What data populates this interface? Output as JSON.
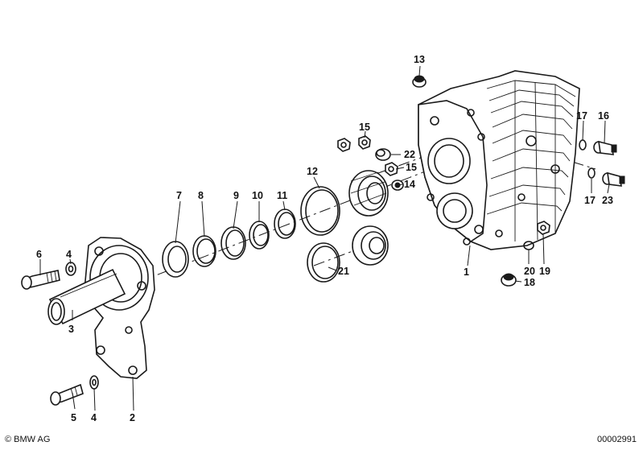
{
  "callouts": {
    "c1": "1",
    "c2": "2",
    "c3": "3",
    "c4a": "4",
    "c4b": "4",
    "c5": "5",
    "c6": "6",
    "c7": "7",
    "c8": "8",
    "c9": "9",
    "c10": "10",
    "c11": "11",
    "c12": "12",
    "c13": "13",
    "c14": "14",
    "c15a": "15",
    "c15b": "15",
    "c16": "16",
    "c17a": "17",
    "c17b": "17",
    "c18": "18",
    "c19": "19",
    "c20": "20",
    "c21": "21",
    "c22": "22",
    "c23": "23"
  },
  "footer": {
    "copyright": "© BMW AG",
    "doc_number": "00002991"
  }
}
